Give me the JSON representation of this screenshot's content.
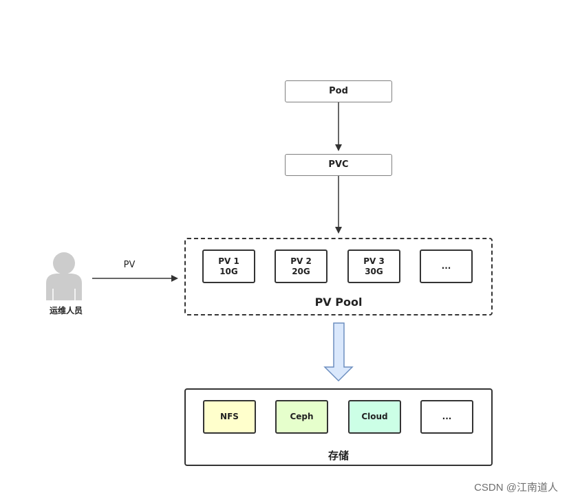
{
  "diagram": {
    "top_nodes": {
      "pod": "Pod",
      "pvc": "PVC"
    },
    "operator": {
      "label": "运维人员",
      "arrow_label": "PV"
    },
    "pv_pool": {
      "title": "PV Pool",
      "items": [
        "PV 1\n10G",
        "PV 2\n20G",
        "PV 3\n30G",
        "..."
      ]
    },
    "storage": {
      "title": "存储",
      "items": [
        {
          "label": "NFS",
          "color": "#FFFFCC"
        },
        {
          "label": "Ceph",
          "color": "#E6FFCC"
        },
        {
          "label": "Cloud",
          "color": "#CCFFE6"
        },
        {
          "label": "...",
          "color": "#FFFFFF"
        }
      ]
    },
    "colors": {
      "line": "#333333",
      "big_arrow_fill": "#DAE8FC",
      "big_arrow_stroke": "#6C8EBF",
      "person": "#CCCCCC"
    }
  },
  "watermark": "CSDN @江南道人"
}
